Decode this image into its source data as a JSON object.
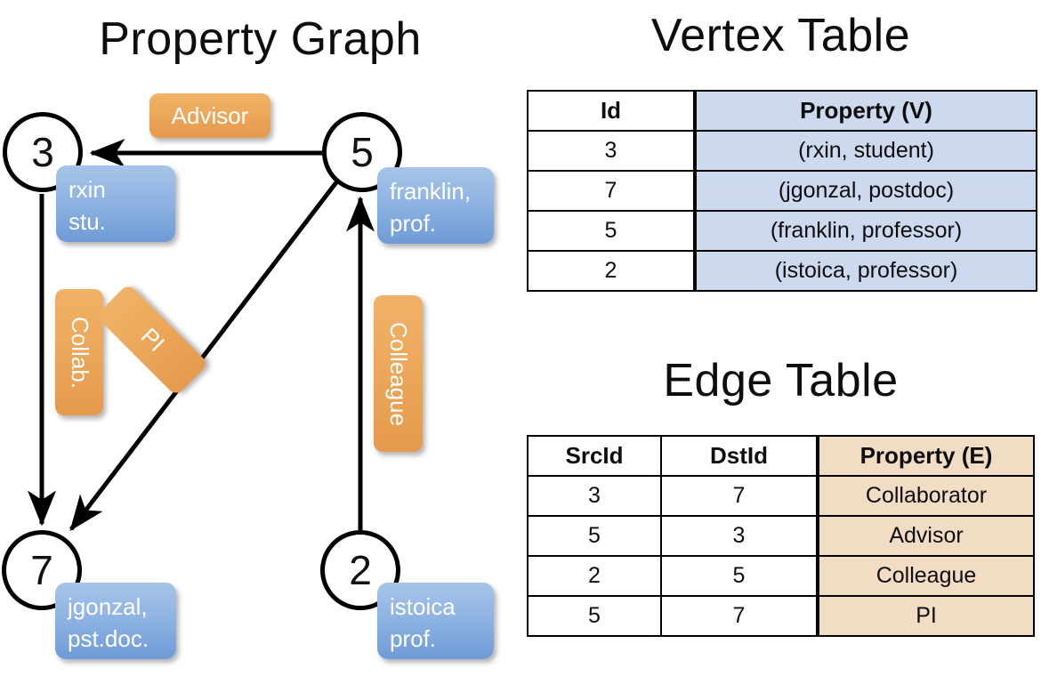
{
  "titles": {
    "property_graph": "Property Graph",
    "vertex_table": "Vertex Table",
    "edge_table": "Edge Table"
  },
  "colors": {
    "vertex_property_fill": "#ccd9ee",
    "edge_property_fill": "#f3dcc4",
    "node_property_box": "#8fb4e3",
    "edge_label_box": "#eda95c",
    "stroke": "#000000"
  },
  "graph": {
    "nodes": [
      {
        "id": "3",
        "property_label": "rxin\nstu."
      },
      {
        "id": "5",
        "property_label": "franklin,\nprof."
      },
      {
        "id": "7",
        "property_label": "jgonzal,\npst.doc."
      },
      {
        "id": "2",
        "property_label": "istoica\nprof."
      }
    ],
    "node_labels": {
      "n3": "3",
      "n5": "5",
      "n7": "7",
      "n2": "2"
    },
    "property_boxes": {
      "rxin_line1": "rxin",
      "rxin_line2": "stu.",
      "franklin_line1": "franklin,",
      "franklin_line2": "prof.",
      "jgonzal_line1": "jgonzal,",
      "jgonzal_line2": "pst.doc.",
      "istoica_line1": "istoica",
      "istoica_line2": "prof."
    },
    "edge_labels": {
      "advisor": "Advisor",
      "collab": "Collab.",
      "pi": "PI",
      "colleague": "Colleague"
    },
    "edges": [
      {
        "from": "5",
        "to": "3",
        "label": "Advisor"
      },
      {
        "from": "3",
        "to": "7",
        "label": "Collab."
      },
      {
        "from": "5",
        "to": "7",
        "label": "PI"
      },
      {
        "from": "2",
        "to": "5",
        "label": "Colleague"
      }
    ]
  },
  "vertex_table": {
    "headers": [
      "Id",
      "Property (V)"
    ],
    "rows": [
      {
        "id": "3",
        "property": "(rxin, student)"
      },
      {
        "id": "7",
        "property": "(jgonzal, postdoc)"
      },
      {
        "id": "5",
        "property": "(franklin, professor)"
      },
      {
        "id": "2",
        "property": "(istoica, professor)"
      }
    ]
  },
  "edge_table": {
    "headers": [
      "SrcId",
      "DstId",
      "Property (E)"
    ],
    "rows": [
      {
        "src": "3",
        "dst": "7",
        "property": "Collaborator"
      },
      {
        "src": "5",
        "dst": "3",
        "property": "Advisor"
      },
      {
        "src": "2",
        "dst": "5",
        "property": "Colleague"
      },
      {
        "src": "5",
        "dst": "7",
        "property": "PI"
      }
    ]
  }
}
